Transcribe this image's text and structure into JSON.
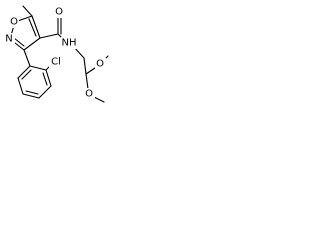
{
  "structure": {
    "atoms": {
      "ring_n": "N",
      "ring_o": "O",
      "amide_o": "O",
      "amide_nh": "NH",
      "cl": "Cl",
      "methoxy_o_upper": "O",
      "methoxy_o_lower": "O"
    }
  }
}
